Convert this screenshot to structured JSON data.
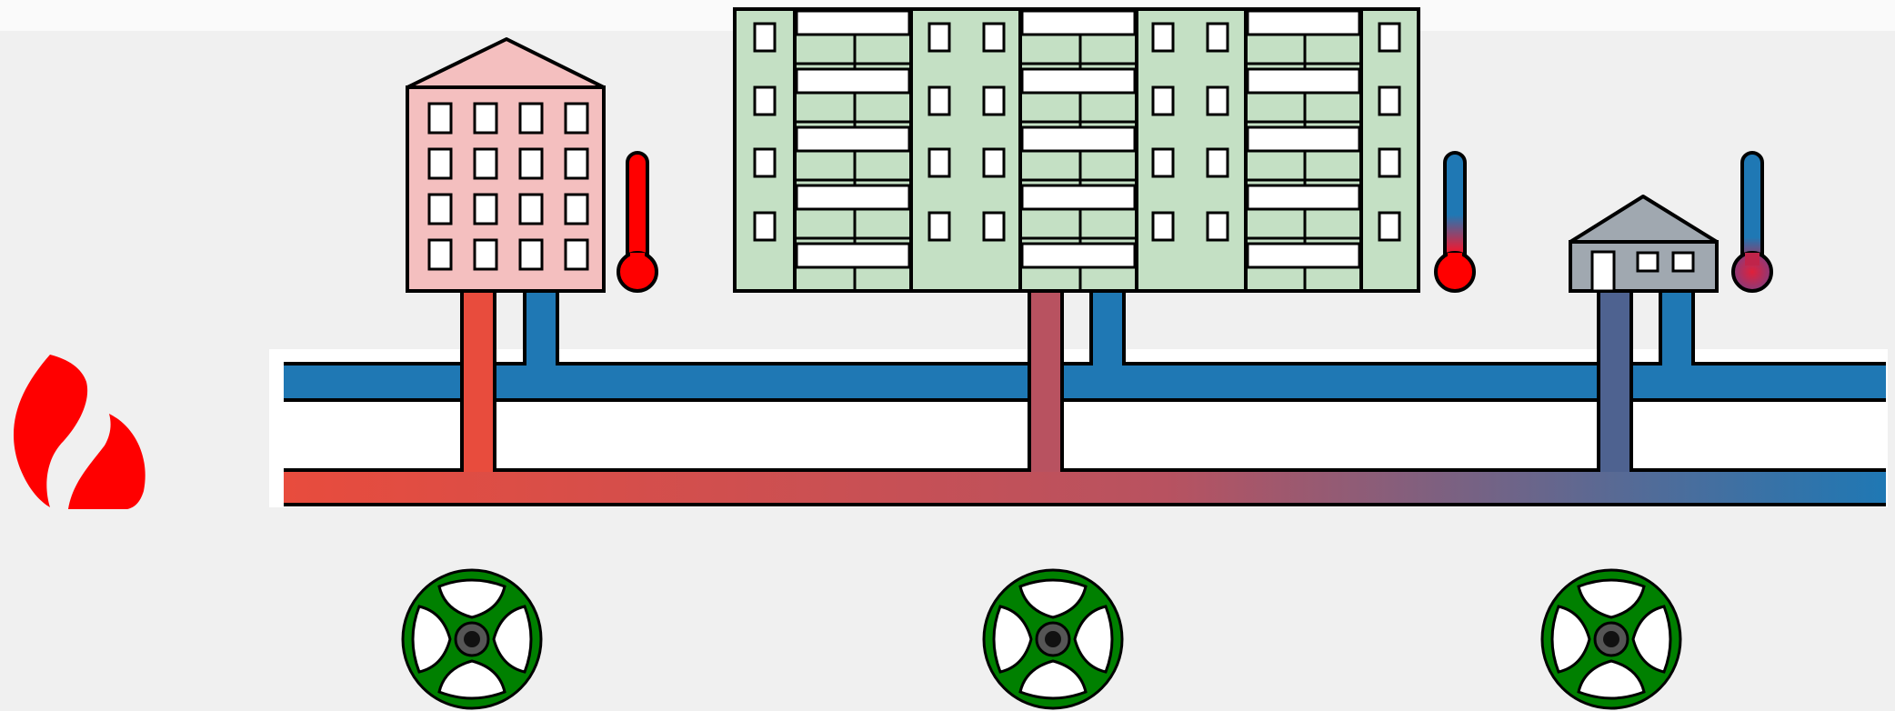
{
  "colors": {
    "background": "#f0f0f0",
    "cold_pipe": "#1f78b4",
    "hot_pipe": "#e74c3c",
    "outline": "#000000",
    "flame": "#ff0000",
    "building_hot_fill": "#f4bfbf",
    "building_mid_fill": "#c4e0c4",
    "house_fill": "#a0a8b0",
    "window_fill": "#ffffff",
    "valve_green": "#008000",
    "thermometer_hot": "#ff0000",
    "thermometer_cold": "#1f78b4"
  },
  "icons": {
    "heat_source": "flame-icon",
    "valve": "valve-wheel-icon",
    "thermometer": "thermometer-icon"
  },
  "consumers": [
    {
      "name": "apartment-building",
      "supply_temperature_level": 1.0
    },
    {
      "name": "large-apartment-block",
      "supply_temperature_level": 0.55
    },
    {
      "name": "house",
      "supply_temperature_level": 0.15
    }
  ],
  "valves": [
    {
      "name": "valve-1"
    },
    {
      "name": "valve-2"
    },
    {
      "name": "valve-3"
    }
  ]
}
